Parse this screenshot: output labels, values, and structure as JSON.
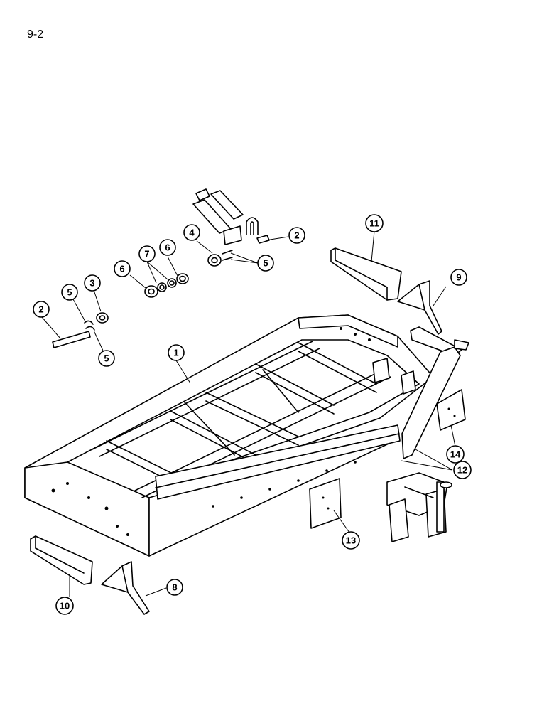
{
  "page_ref": "9-2",
  "callouts": [
    {
      "key": "frame",
      "label": "1"
    },
    {
      "key": "pin_upper",
      "label": "2"
    },
    {
      "key": "pin_left",
      "label": "2"
    },
    {
      "key": "bushing",
      "label": "3"
    },
    {
      "key": "bearing",
      "label": "4"
    },
    {
      "key": "clip_upper",
      "label": "5"
    },
    {
      "key": "clip_left_top",
      "label": "5"
    },
    {
      "key": "clip_left_bottom",
      "label": "5"
    },
    {
      "key": "washer_outer_left",
      "label": "6"
    },
    {
      "key": "washer_outer_right",
      "label": "6"
    },
    {
      "key": "washer_inner",
      "label": "7"
    },
    {
      "key": "bracket_left",
      "label": "8"
    },
    {
      "key": "bracket_right",
      "label": "9"
    },
    {
      "key": "shield_left",
      "label": "10"
    },
    {
      "key": "shield_right",
      "label": "11"
    },
    {
      "key": "rail",
      "label": "12"
    },
    {
      "key": "plate_center",
      "label": "13"
    },
    {
      "key": "plate_right",
      "label": "14"
    }
  ]
}
